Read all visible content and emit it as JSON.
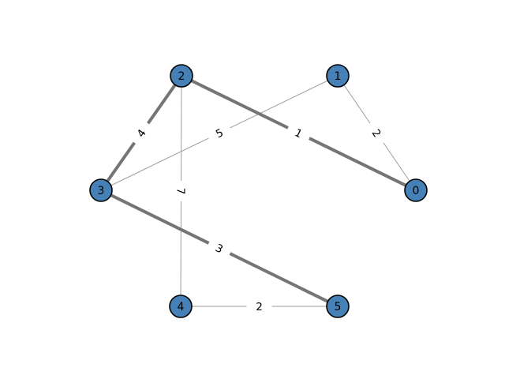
{
  "figure": {
    "background": "#ffffff"
  },
  "colors": {
    "node_fill": "#4581b6",
    "node_border": "#000000",
    "edge_thin": "#9e9e9e",
    "edge_thick": "#757575",
    "label_color": "#000000",
    "edge_label_bg": "#ffffff"
  },
  "graph": {
    "nodes": [
      {
        "id": "0",
        "label": "0"
      },
      {
        "id": "1",
        "label": "1"
      },
      {
        "id": "2",
        "label": "2"
      },
      {
        "id": "3",
        "label": "3"
      },
      {
        "id": "4",
        "label": "4"
      },
      {
        "id": "5",
        "label": "5"
      }
    ],
    "edges": [
      {
        "source": "2",
        "target": "3",
        "weight": "4",
        "emphasis": "thick"
      },
      {
        "source": "3",
        "target": "1",
        "weight": "5",
        "emphasis": "thin"
      },
      {
        "source": "2",
        "target": "0",
        "weight": "1",
        "emphasis": "thick"
      },
      {
        "source": "1",
        "target": "0",
        "weight": "2",
        "emphasis": "thin"
      },
      {
        "source": "2",
        "target": "4",
        "weight": "7",
        "emphasis": "thin"
      },
      {
        "source": "3",
        "target": "5",
        "weight": "3",
        "emphasis": "thick"
      },
      {
        "source": "4",
        "target": "5",
        "weight": "2",
        "emphasis": "thin"
      }
    ]
  }
}
